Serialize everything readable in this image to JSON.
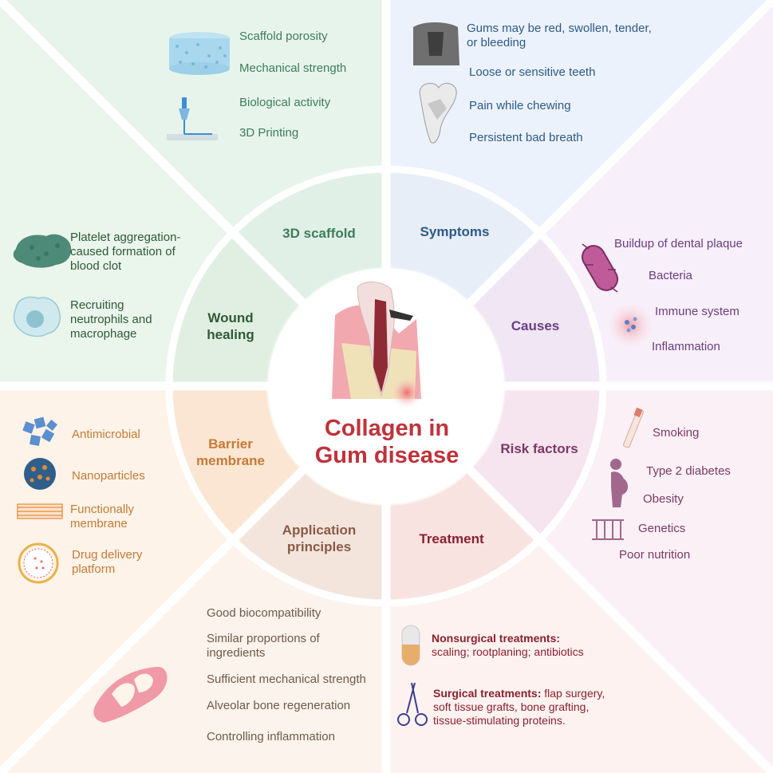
{
  "center": {
    "line1": "Collagen in",
    "line2": "Gum disease"
  },
  "segments": {
    "scaffold": "3D scaffold",
    "symptoms": "Symptoms",
    "wound_1": "Wound",
    "wound_2": "healing",
    "causes": "Causes",
    "barrier_1": "Barrier",
    "barrier_2": "membrane",
    "risk": "Risk factors",
    "app_1": "Application",
    "app_2": "principles",
    "treatment": "Treatment"
  },
  "scaffold_items": [
    "Scaffold porosity",
    "Mechanical strength",
    "Biological activity",
    "3D Printing"
  ],
  "symptoms_items": {
    "gums_1": "Gums may be red, swollen, tender,",
    "gums_2": "or bleeding",
    "loose": "Loose or sensitive teeth",
    "pain": "Pain while chewing",
    "breath": "Persistent bad breath"
  },
  "wound_items": {
    "platelet_1": "Platelet aggregation-",
    "platelet_2": "caused formation of",
    "platelet_3": "blood clot",
    "recruit_1": "Recruiting",
    "recruit_2": "neutrophils and",
    "recruit_3": "macrophage"
  },
  "causes_items": [
    "Buildup of dental plaque",
    "Bacteria",
    "Immune system",
    "Inflammation"
  ],
  "barrier_items": {
    "antimicrobial": "Antimicrobial",
    "nano": "Nanoparticles",
    "func_1": "Functionally",
    "func_2": "membrane",
    "drug_1": "Drug delivery",
    "drug_2": "platform"
  },
  "risk_items": [
    "Smoking",
    "Type 2 diabetes",
    "Obesity",
    "Genetics",
    "Poor nutrition"
  ],
  "application_items": {
    "biocompat": "Good biocompatibility",
    "similar_1": "Similar proportions of",
    "similar_2": "ingredients",
    "mech": "Sufficient mechanical strength",
    "alveolar": "Alveolar bone regeneration",
    "inflam": "Controlling  inflammation"
  },
  "treatment_items": {
    "nonsurg_title": "Nonsurgical treatments:",
    "nonsurg_body": "scaling; rootplaning; antibiotics",
    "surg_title": "Surgical treatments:",
    "surg_1": " flap surgery,",
    "surg_2": "soft tissue grafts, bone grafting,",
    "surg_3": "tissue-stimulating proteins."
  },
  "colors": {
    "scaffold_bg": "#eaf6ef",
    "symptoms_bg": "#eef4fb",
    "causes_bg": "#f6eef8",
    "risk_bg": "#fbf0f5",
    "treatment_bg": "#fdf2ef",
    "application_bg": "#fbf3ec",
    "barrier_bg": "#fdf3e9",
    "wound_bg": "#edf6ee",
    "center_text": "#c0323a"
  },
  "icons": [
    "porous-cylinder-icon",
    "3d-printer-nozzle-icon",
    "gum-section-icon",
    "tooth-icon",
    "blood-clot-icon",
    "macrophage-cell-icon",
    "bacterium-icon",
    "immune-cells-icon",
    "nanocluster-icon",
    "nanoparticle-icon",
    "membrane-icon",
    "liposome-icon",
    "cigarette-icon",
    "pregnant-figure-icon",
    "dna-ladder-icon",
    "gum-tissue-icon",
    "pill-capsule-icon",
    "surgical-scissors-icon",
    "tooth-cross-section-icon"
  ]
}
